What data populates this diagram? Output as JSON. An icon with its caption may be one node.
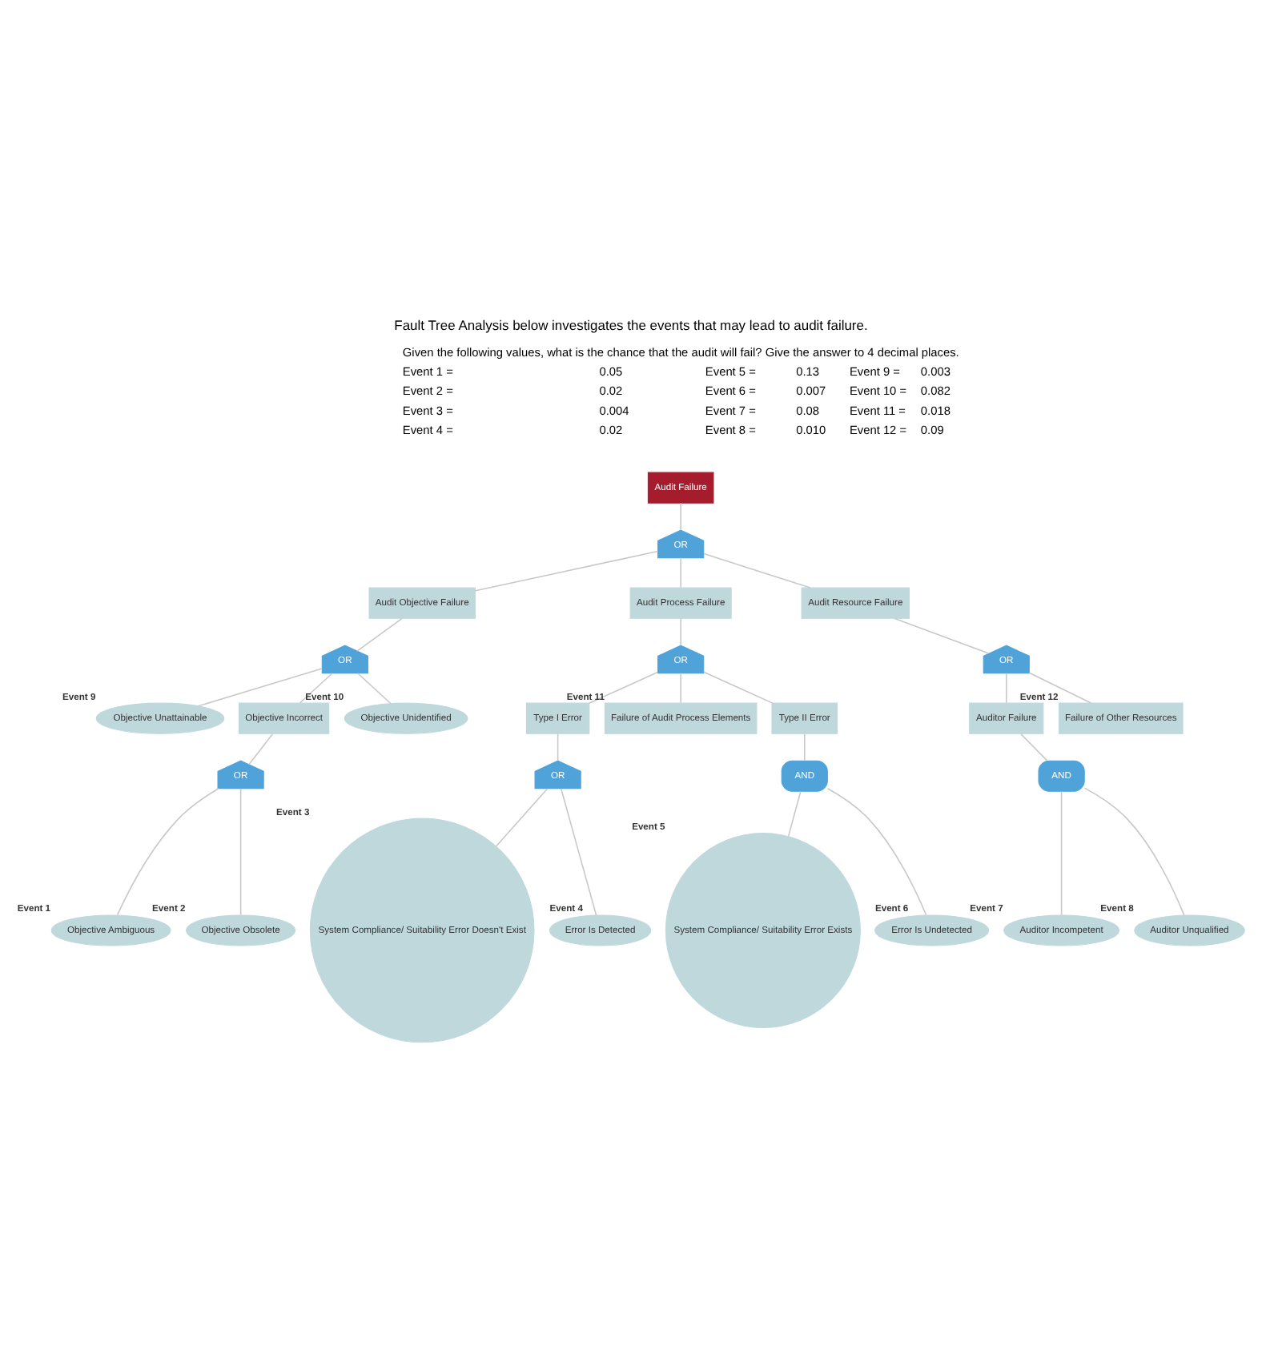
{
  "diagram": {
    "title": "Fault Tree Analysis below investigates the events that may lead to audit failure.",
    "nodes": [
      {
        "text": [
          "Audit Failure"
        ]
      },
      {
        "text": [
          "OR"
        ]
      },
      {
        "text": [
          "Audit Objective Failure"
        ]
      },
      {
        "text": [
          "Audit Process Failure"
        ]
      },
      {
        "text": [
          "Audit Resource Failure"
        ]
      },
      {
        "text": [
          "OR"
        ]
      },
      {
        "text": [
          "OR"
        ]
      },
      {
        "text": [
          "OR"
        ]
      },
      {
        "text": [
          "Objective Unattainable"
        ],
        "beside": [
          "Event 9"
        ]
      },
      {
        "text": [
          "Objective Incorrect"
        ]
      },
      {
        "text": [
          "Objective Unidentified"
        ],
        "beside": [
          "Event 10"
        ]
      },
      {
        "text": [
          "Type I Error"
        ]
      },
      {
        "text": [
          "Failure of Audit Process Elements"
        ],
        "beside": [
          "Event 11"
        ]
      },
      {
        "text": [
          "Type II Error"
        ]
      },
      {
        "text": [
          "Auditor Failure"
        ]
      },
      {
        "text": [
          "Failure of Other Resources"
        ],
        "beside": [
          "Event 12"
        ]
      },
      {
        "text": [
          "OR"
        ]
      },
      {
        "text": [
          "OR"
        ]
      },
      {
        "text": [
          "AND"
        ]
      },
      {
        "text": [
          "AND"
        ]
      },
      {
        "text": [
          "Objective Ambiguous"
        ],
        "beside": [
          "Event 1"
        ]
      },
      {
        "text": [
          "Objective Obsolete"
        ],
        "beside": [
          "Event 2"
        ]
      },
      {
        "text": [
          "System Compliance/ Suitability Error Doesn't Exist"
        ],
        "beside": [
          "Event 3"
        ]
      },
      {
        "text": [
          "Error Is Detected"
        ],
        "beside": [
          "Event 4"
        ]
      },
      {
        "text": [
          "System Compliance/ Suitability Error Exists"
        ],
        "beside": [
          "Event 5"
        ]
      },
      {
        "text": [
          "Error Is Undetected"
        ],
        "beside": [
          "Event 6"
        ]
      },
      {
        "text": [
          "Auditor Incompetent"
        ],
        "beside": [
          "Event 7"
        ]
      },
      {
        "text": [
          "Auditor Unqualified"
        ],
        "beside": [
          "Event 8"
        ]
      }
    ],
    "edges": [
      {
        "from": 0,
        "to": 1,
        "arrow": "none"
      },
      {
        "from": 1,
        "to": 2,
        "arrow": "none"
      },
      {
        "from": 1,
        "to": 3,
        "arrow": "none"
      },
      {
        "from": 1,
        "to": 4,
        "arrow": "none"
      },
      {
        "from": 2,
        "to": 5,
        "arrow": "none"
      },
      {
        "from": 3,
        "to": 6,
        "arrow": "none"
      },
      {
        "from": 4,
        "to": 7,
        "arrow": "none"
      },
      {
        "from": 5,
        "to": 8,
        "arrow": "none"
      },
      {
        "from": 5,
        "to": 9,
        "arrow": "none"
      },
      {
        "from": 5,
        "to": 10,
        "arrow": "none"
      },
      {
        "from": 6,
        "to": 11,
        "arrow": "none"
      },
      {
        "from": 6,
        "to": 12,
        "arrow": "none"
      },
      {
        "from": 6,
        "to": 13,
        "arrow": "none"
      },
      {
        "from": 7,
        "to": 14,
        "arrow": "none"
      },
      {
        "from": 7,
        "to": 15,
        "arrow": "none"
      },
      {
        "from": 9,
        "to": 16,
        "arrow": "none"
      },
      {
        "from": 11,
        "to": 17,
        "arrow": "none"
      },
      {
        "from": 13,
        "to": 18,
        "arrow": "none"
      },
      {
        "from": 14,
        "to": 19,
        "arrow": "none"
      },
      {
        "from": 16,
        "to": 20,
        "arrow": "none"
      },
      {
        "from": 16,
        "to": 21,
        "arrow": "none"
      },
      {
        "from": 17,
        "to": 22,
        "arrow": "none"
      },
      {
        "from": 17,
        "to": 23,
        "arrow": "none"
      },
      {
        "from": 18,
        "to": 24,
        "arrow": "none"
      },
      {
        "from": 18,
        "to": 25,
        "arrow": "none"
      },
      {
        "from": 19,
        "to": 26,
        "arrow": "none"
      },
      {
        "from": 19,
        "to": 27,
        "arrow": "none"
      }
    ],
    "labels": [
      "Given the following values, what is the chance that the audit will fail? Give the answer to 4 decimal places.",
      "Event 1 =",
      "0.05",
      "Event 5 =",
      "0.13",
      "Event 9 =",
      "0.003",
      "Event 2 =",
      "0.02",
      "Event 6 =",
      "0.007",
      "Event 10 =",
      "0.082",
      "Event 3 =",
      "0.004",
      "Event 7 =",
      "0.08",
      "Event 11 =",
      "0.018",
      "Event 4 =",
      "0.02",
      "Event 8 =",
      "0.010",
      "Event 12 =",
      "0.09"
    ]
  }
}
